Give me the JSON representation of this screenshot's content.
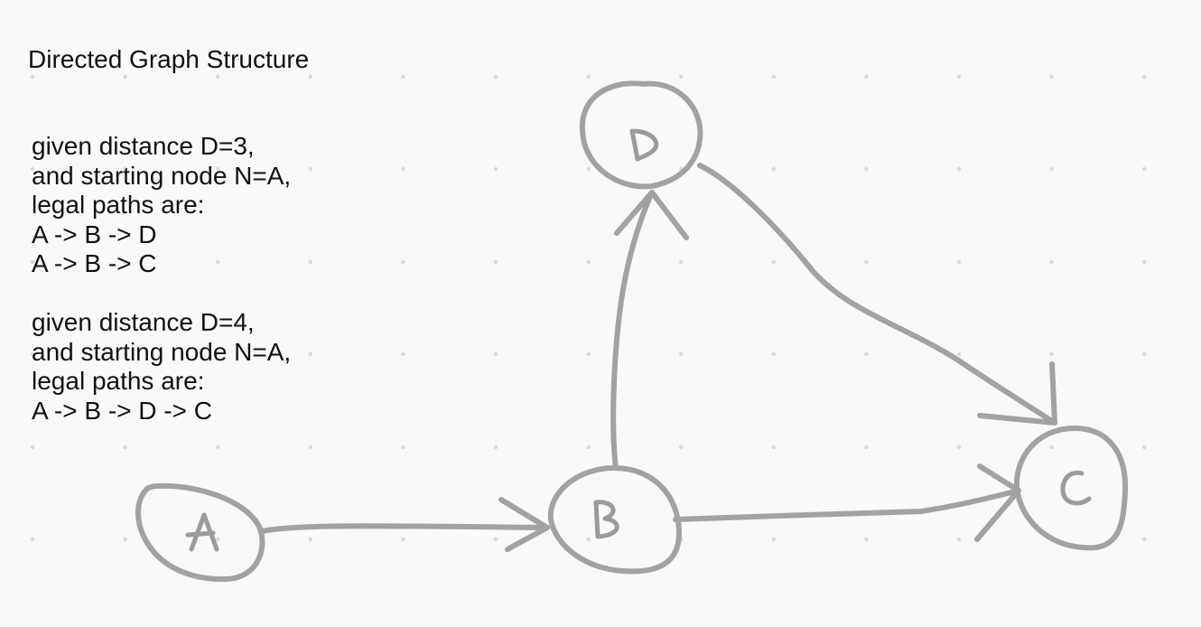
{
  "title": "Directed Graph Structure",
  "examples": [
    {
      "lines": [
        "given distance D=3,",
        "and starting node N=A,",
        "legal paths are:"
      ],
      "paths": [
        "A -> B -> D",
        "A -> B -> C"
      ]
    },
    {
      "lines": [
        "given distance D=4,",
        "and starting node N=A,",
        "legal paths are:"
      ],
      "paths": [
        "A -> B -> D -> C"
      ]
    }
  ],
  "diagram": {
    "style": "hand-drawn",
    "stroke_color": "#a2a2a2",
    "background": "#f9f9f9",
    "background_pattern": "dot-grid",
    "nodes": [
      "A",
      "B",
      "C",
      "D"
    ],
    "edges": [
      {
        "from": "A",
        "to": "B"
      },
      {
        "from": "B",
        "to": "D"
      },
      {
        "from": "B",
        "to": "C"
      },
      {
        "from": "D",
        "to": "C"
      }
    ]
  }
}
